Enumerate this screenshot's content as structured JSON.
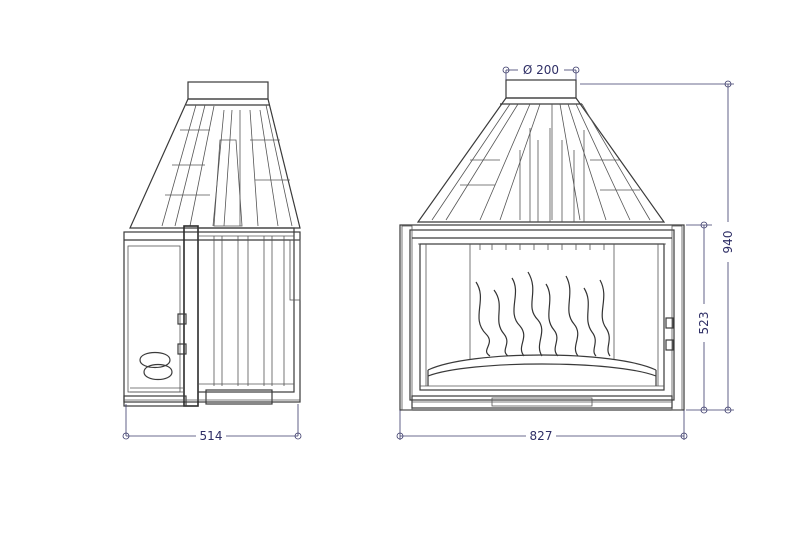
{
  "dimensions": {
    "side_depth": "514",
    "front_width": "827",
    "flue_diameter": "Ø 200",
    "total_height": "940",
    "opening_height": "523"
  },
  "colors": {
    "line": "#3a3a3a",
    "dimension": "#2f2f66"
  }
}
